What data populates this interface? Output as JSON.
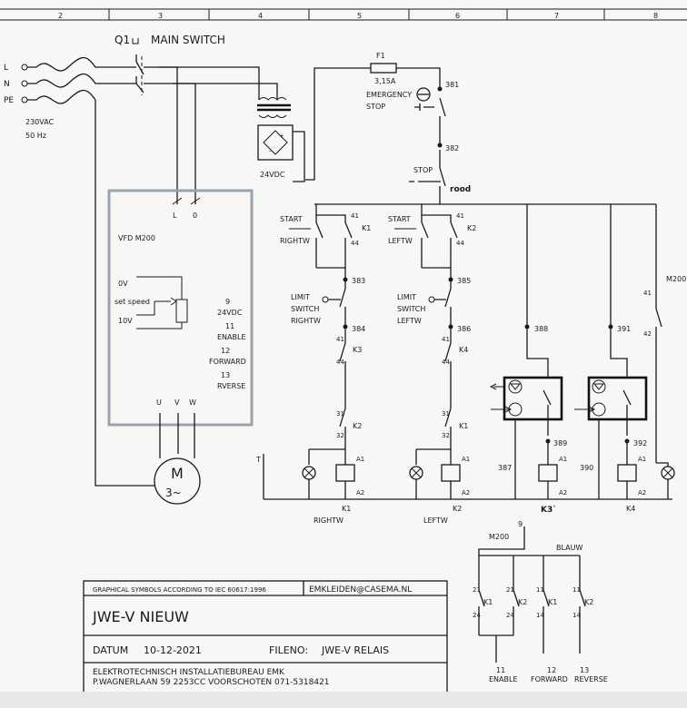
{
  "grid": [
    "2",
    "3",
    "4",
    "5",
    "6",
    "7",
    "8"
  ],
  "supply": {
    "l": "L",
    "n": "N",
    "pe": "PE",
    "voltage": "230VAC",
    "freq": "50 Hz"
  },
  "main_switch": {
    "ref": "Q1",
    "label": "MAIN SWITCH"
  },
  "fuse": {
    "ref": "F1",
    "rating": "3,15A"
  },
  "psu": {
    "label": "24VDC",
    "plus": "+",
    "minus": "-"
  },
  "emergency": {
    "line1": "EMERGENCY",
    "line2": "STOP"
  },
  "stop": {
    "label": "STOP",
    "wire": "rood"
  },
  "wires": {
    "w381": "381",
    "w382": "382",
    "w383": "383",
    "w384": "384",
    "w385": "385",
    "w386": "386",
    "w387": "387",
    "w388": "388",
    "w389": "389",
    "w390": "390",
    "w391": "391",
    "w392": "392"
  },
  "vfd": {
    "title": "VFD M200",
    "l": "L",
    "o": "0",
    "zero_v": "0V",
    "set_speed": "set speed",
    "ten_v": "10V",
    "t9": "9",
    "t9_label": "24VDC",
    "t11": "11",
    "t11_label": "ENABLE",
    "t12": "12",
    "t12_label": "FORWARD",
    "t13": "13",
    "t13_label": "RVERSE",
    "u": "U",
    "v": "V",
    "w": "W"
  },
  "motor": {
    "m": "M",
    "phase": "3~",
    "t": "T"
  },
  "buttons": {
    "start_r1": "START",
    "start_r2": "RIGHTW",
    "start_l1": "START",
    "start_l2": "LEFTW",
    "lim_r1": "LIMIT",
    "lim_r2": "SWITCH",
    "lim_r3": "RIGHTW",
    "lim_l1": "LIMIT",
    "lim_l2": "SWITCH",
    "lim_l3": "LEFTW"
  },
  "contacts": {
    "k1": "K1",
    "k2": "K2",
    "k3": "K3",
    "k4": "K4",
    "n41": "41",
    "n44": "44",
    "n31": "31",
    "n32": "32",
    "n42": "42",
    "a1": "A1",
    "a2": "A2",
    "m200": "M200"
  },
  "coils": [
    {
      "ref": "K1",
      "label": "RIGHTW"
    },
    {
      "ref": "K2",
      "label": "LEFTW"
    },
    {
      "ref": "K3",
      "label": ""
    },
    {
      "ref": "K4",
      "label": ""
    }
  ],
  "k3_mark": "K3`",
  "relay_out": {
    "pin9": "9",
    "m200": "M200",
    "blauw": "BLAUW",
    "n21": "21",
    "n24": "24",
    "n11": "11",
    "n14": "14",
    "k1": "K1",
    "k2": "K2",
    "out11": "11",
    "out12": "12",
    "out13": "13",
    "enable": "ENABLE",
    "forward": "FORWARD",
    "reverse": "REVERSE"
  },
  "title_block": {
    "standard": "GRAPHICAL SYMBOLS ACCORDING TO IEC 60617:1996",
    "email": "EMKLEIDEN@CASEMA.NL",
    "project": "JWE-V NIEUW",
    "datum_label": "DATUM",
    "datum": "10-12-2021",
    "fileno_label": "FILENO:",
    "fileno": "JWE-V RELAIS",
    "company": "ELEKTROTECHNISCH INSTALLATIEBUREAU EMK",
    "address": "P.WAGNERLAAN 59 2253CC VOORSCHOTEN 071-5318421"
  }
}
